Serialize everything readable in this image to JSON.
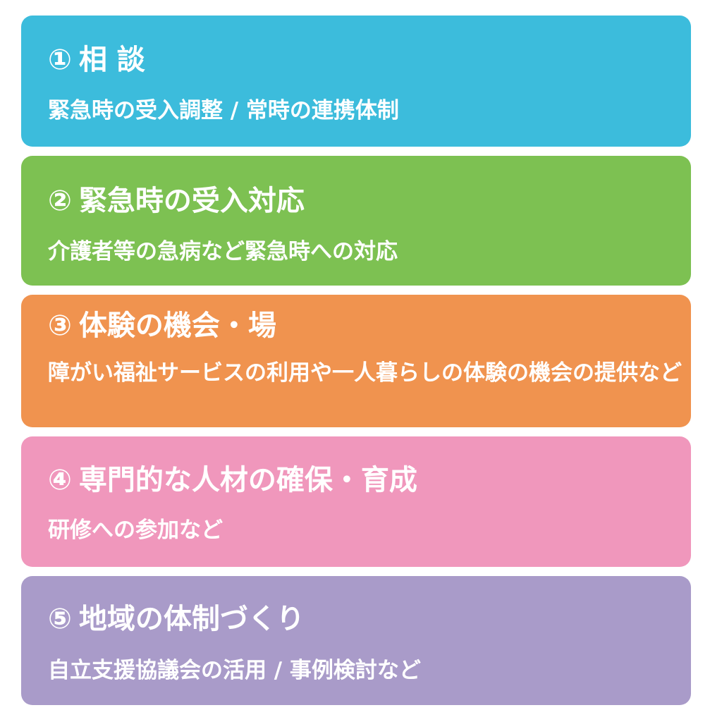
{
  "cards": [
    {
      "number": "①",
      "title": "相 談",
      "description": "緊急時の受入調整 / 常時の連携体制",
      "color": "#3cbcdc"
    },
    {
      "number": "②",
      "title": "緊急時の受入対応",
      "description": "介護者等の急病など緊急時への対応",
      "color": "#7dc152"
    },
    {
      "number": "③",
      "title": "体験の機会・場",
      "description": "障がい福祉サービスの利用や一人暮らしの体験の機会の提供など",
      "color": "#f0934f"
    },
    {
      "number": "④",
      "title": "専門的な人材の確保・育成",
      "description": "研修への参加など",
      "color": "#f097bc"
    },
    {
      "number": "⑤",
      "title": "地域の体制づくり",
      "description": "自立支援協議会の活用 / 事例検討など",
      "color": "#a99bc9"
    }
  ]
}
